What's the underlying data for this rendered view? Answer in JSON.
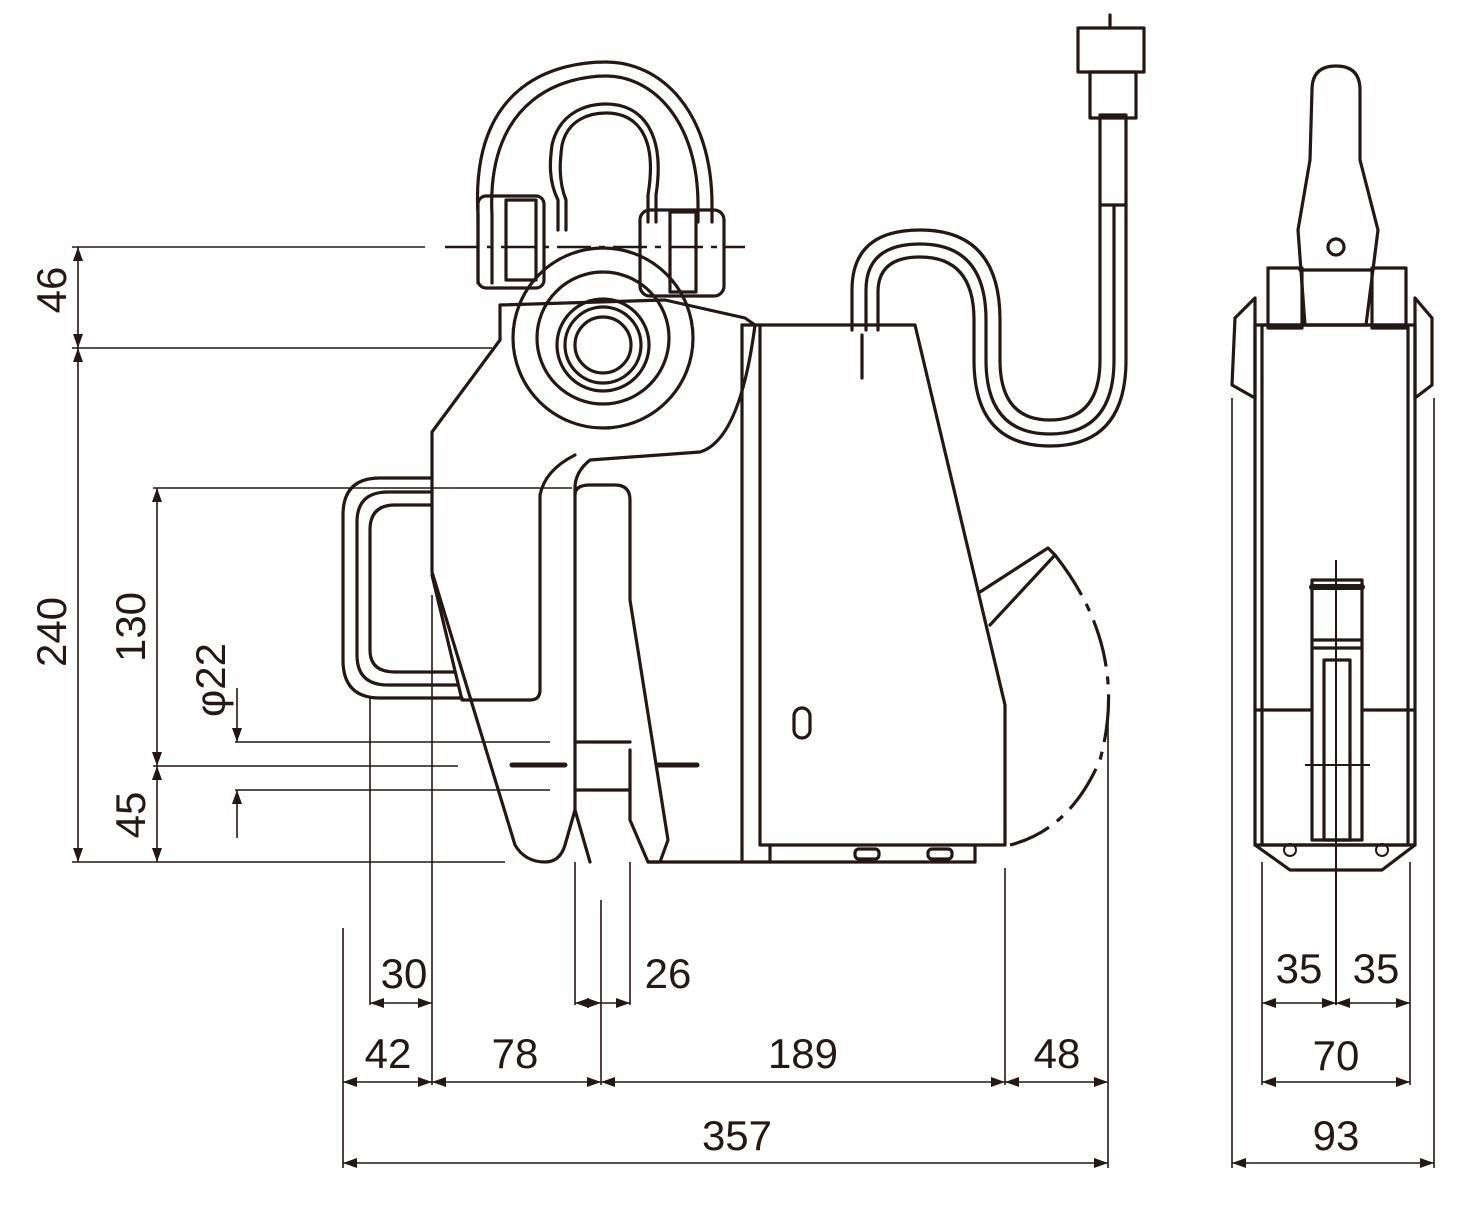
{
  "drawing": {
    "side_view": {
      "width_dims": [
        "42",
        "78",
        "189",
        "48"
      ],
      "overall_length": "357",
      "sub_dims": [
        "30",
        "26"
      ],
      "height_dims": [
        "46",
        "240",
        "130",
        "45"
      ],
      "diameter": "φ22"
    },
    "end_view": {
      "half_widths": [
        "35",
        "35"
      ],
      "inner_width": "70",
      "overall_width": "93"
    }
  }
}
